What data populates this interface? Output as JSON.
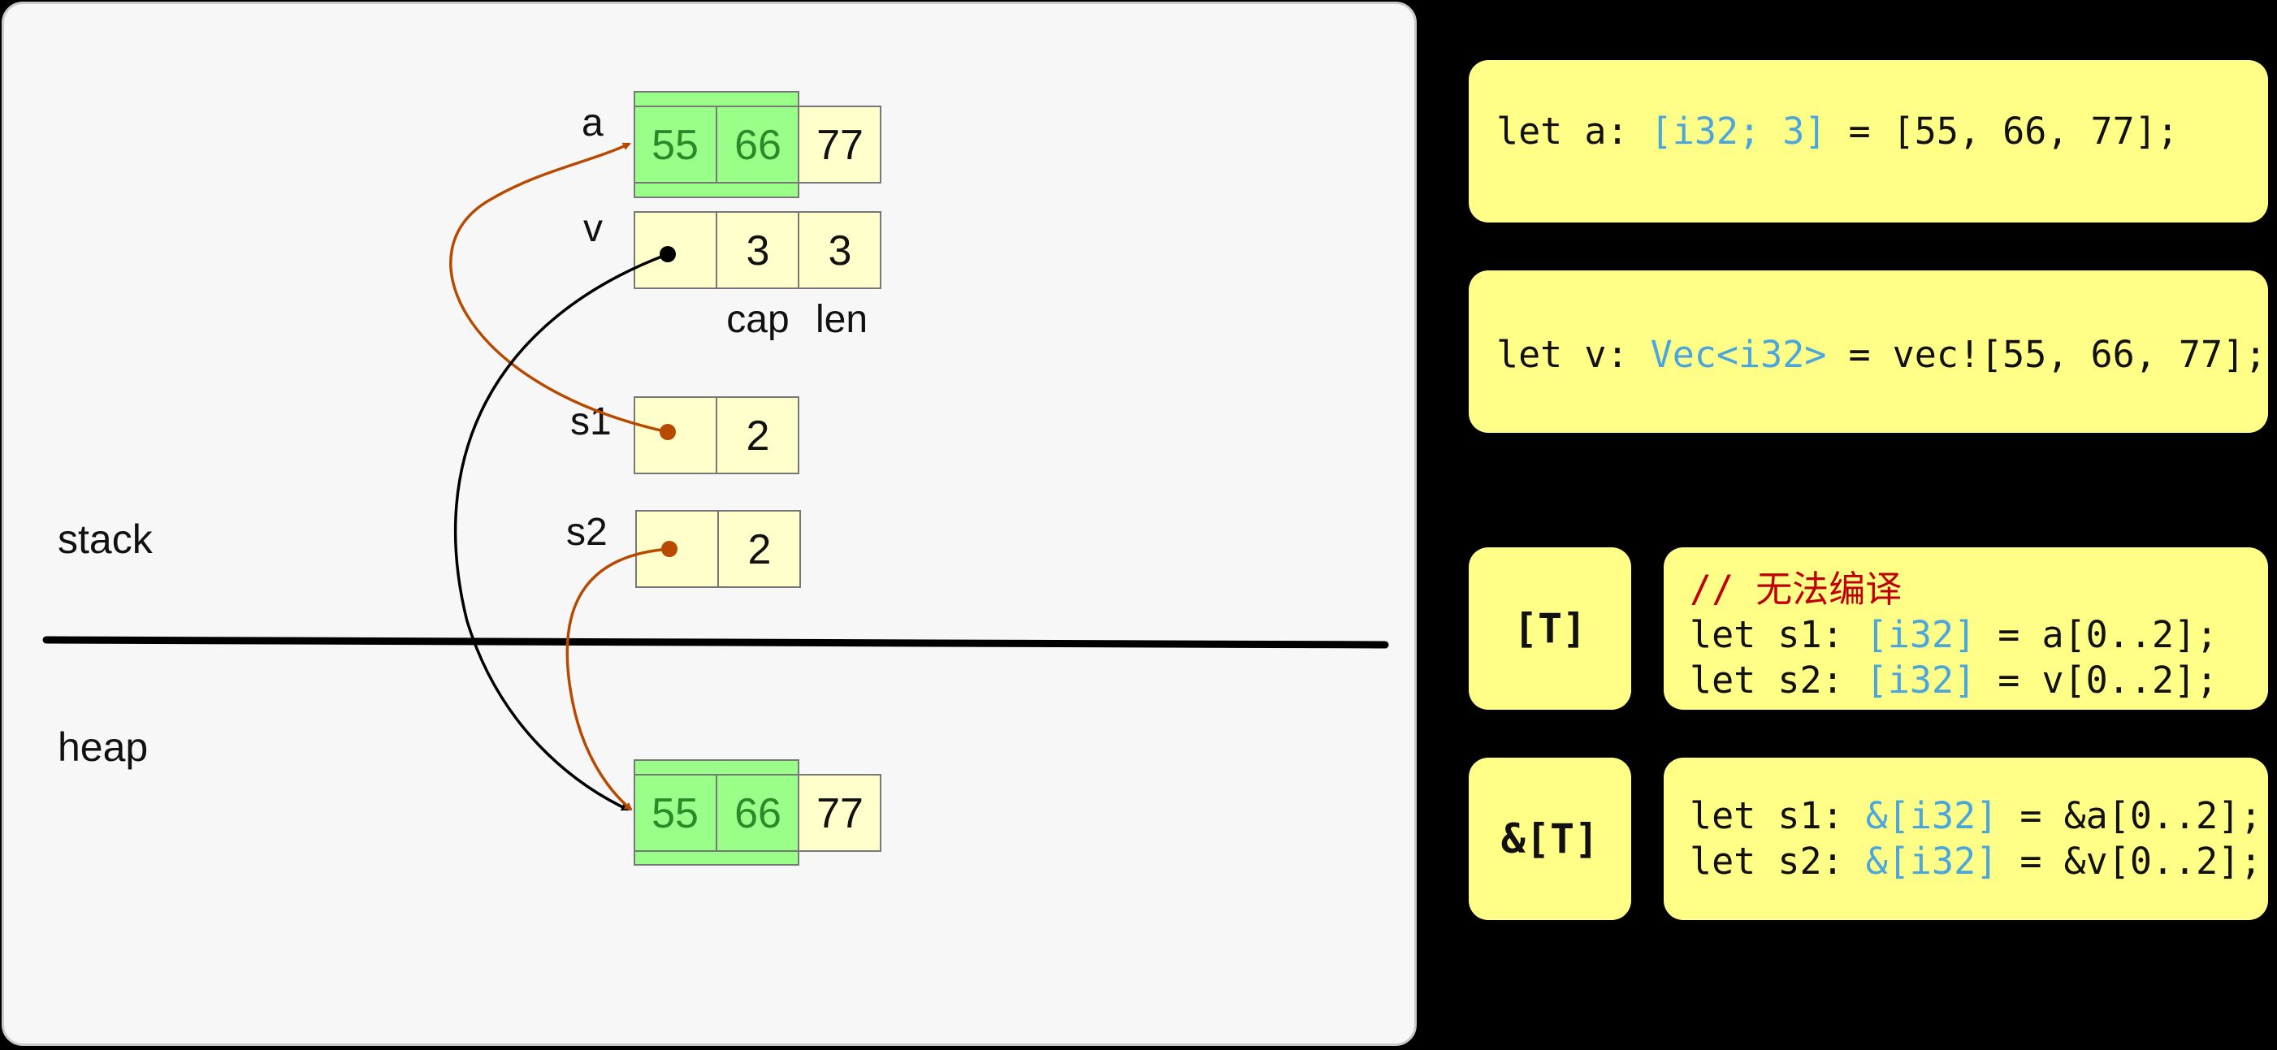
{
  "diagram": {
    "labels": {
      "a": "a",
      "v": "v",
      "s1": "s1",
      "s2": "s2",
      "cap": "cap",
      "len": "len",
      "stack": "stack",
      "heap": "heap"
    },
    "array_a": [
      "55",
      "66",
      "77"
    ],
    "vec_v": [
      "",
      "3",
      "3"
    ],
    "slice_s1": [
      "",
      "2"
    ],
    "slice_s2": [
      "",
      "2"
    ],
    "heap_array": [
      "55",
      "66",
      "77"
    ],
    "colors": {
      "cell_fill": "#ffffcc",
      "highlight_fill": "#99ff88",
      "highlight_text": "#2a8a2a",
      "ref_arrow": "#b84a00",
      "vec_arrow": "#000000",
      "divider": "#000000"
    }
  },
  "notes": {
    "array_decl": {
      "prefix": "let a: ",
      "type": "[i32; 3]",
      "suffix": " = [55, 66, 77];"
    },
    "vec_decl": {
      "prefix": "let v: ",
      "type": "Vec<i32>",
      "suffix": " = vec![55, 66, 77];"
    },
    "slice_tag": "[T]",
    "slice_code": {
      "comment": "// 无法编译",
      "line1_prefix": "let s1: ",
      "line1_type": "[i32]",
      "line1_suffix": " = a[0..2];",
      "line2_prefix": "let s2: ",
      "line2_type": "[i32]",
      "line2_suffix": " = v[0..2];"
    },
    "ref_tag": "&[T]",
    "ref_code": {
      "line1_prefix": "let s1: ",
      "line1_type": "&[i32]",
      "line1_suffix": " = &a[0..2];",
      "line2_prefix": "let s2: ",
      "line2_type": "&[i32]",
      "line2_suffix": " = &v[0..2];"
    }
  }
}
